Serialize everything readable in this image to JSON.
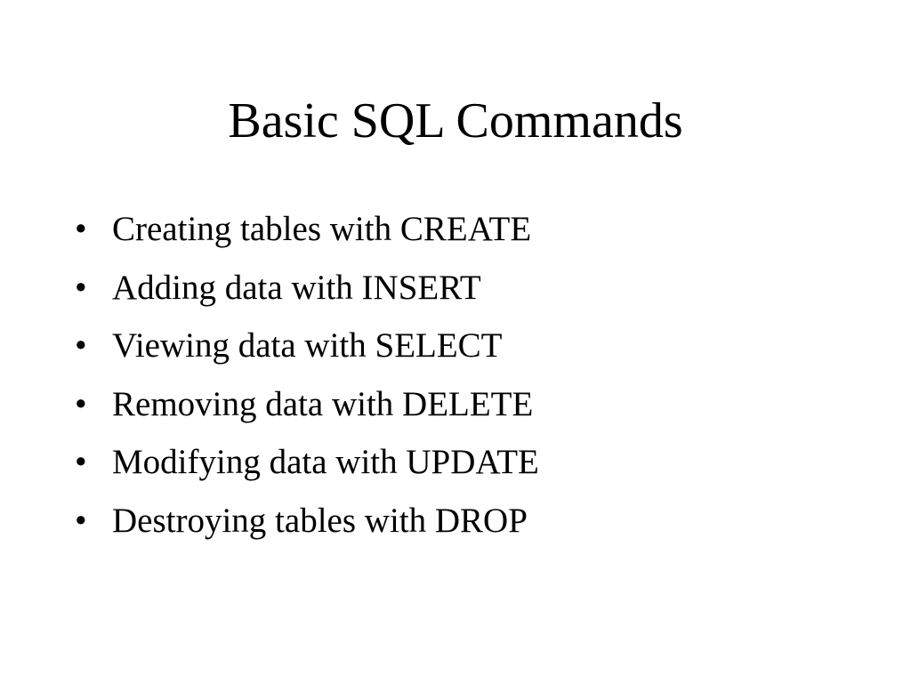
{
  "slide": {
    "title": "Basic SQL Commands",
    "bullet_symbol": "•",
    "bullets": [
      "Creating tables with CREATE",
      "Adding data with INSERT",
      "Viewing data with SELECT",
      "Removing data with DELETE",
      "Modifying data with UPDATE",
      "Destroying tables with DROP"
    ]
  }
}
